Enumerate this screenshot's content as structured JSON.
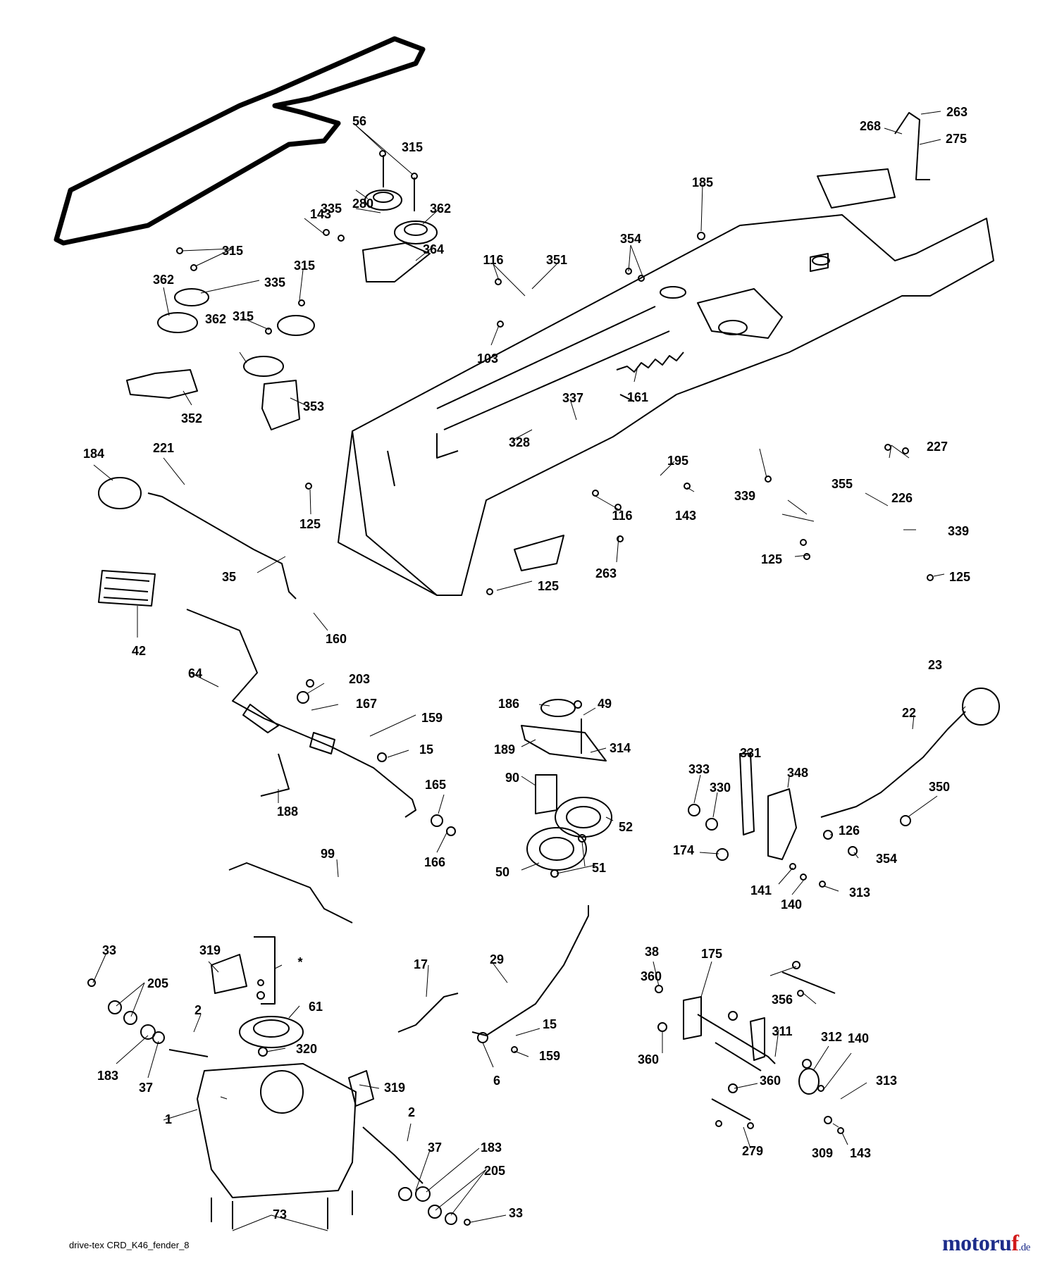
{
  "footer": {
    "drawing_id": "drive-tex CRD_K46_fender_8",
    "brand_main": "motoru",
    "brand_highlight": "f",
    "brand_suffix": ".de"
  },
  "callouts": [
    "56",
    "315",
    "335",
    "280",
    "362",
    "143",
    "364",
    "268",
    "263",
    "275",
    "185",
    "315",
    "362",
    "335",
    "315",
    "315",
    "362",
    "352",
    "353",
    "116",
    "351",
    "354",
    "103",
    "161",
    "337",
    "328",
    "184",
    "221",
    "125",
    "195",
    "143",
    "116",
    "263",
    "125",
    "227",
    "339",
    "355",
    "226",
    "125",
    "339",
    "125",
    "35",
    "42",
    "160",
    "64",
    "203",
    "167",
    "159",
    "15",
    "188",
    "165",
    "166",
    "186",
    "49",
    "189",
    "314",
    "90",
    "52",
    "50",
    "51",
    "23",
    "22",
    "331",
    "348",
    "333",
    "330",
    "350",
    "126",
    "174",
    "354",
    "141",
    "140",
    "313",
    "99",
    "33",
    "319",
    "205",
    "2",
    "61",
    "183",
    "37",
    "320",
    "1",
    "319",
    "17",
    "29",
    "15",
    "159",
    "6",
    "38",
    "175",
    "360",
    "356",
    "360",
    "311",
    "312",
    "140",
    "313",
    "360",
    "279",
    "309",
    "143",
    "2",
    "37",
    "183",
    "205",
    "73",
    "33",
    "*"
  ]
}
